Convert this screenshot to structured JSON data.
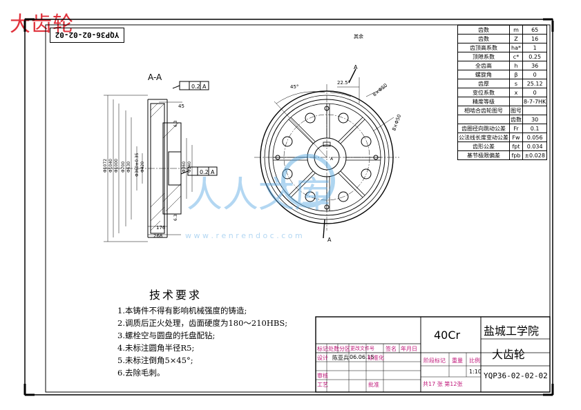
{
  "corner_title": "大齿轮",
  "drawing_number": "YQP36-02-02-02",
  "section_label": "A-A",
  "tolerance_top": {
    "value": "0.2",
    "datum": "A"
  },
  "tolerance_mid": {
    "value": "0.2",
    "datum": "A"
  },
  "dim_45": "45",
  "dim_176": "176",
  "dim_268": "268",
  "dims_left": [
    "Φ1072",
    "Φ1040",
    "Φ1000",
    "Φ700",
    "Φ630",
    "Φ360±0.35",
    "Φ420"
  ],
  "dims_mid": [
    "Φ360",
    "Φ340"
  ],
  "surface_marks": [
    "6.3",
    "6.3"
  ],
  "circle_dims": {
    "angle_45": "45°",
    "angle_225": "22.5°",
    "holes_top": "8×Φ50",
    "holes_right": "8×Φ50",
    "rough_top": "其余"
  },
  "params": [
    {
      "name": "齿数",
      "symbol": "m",
      "value": "65"
    },
    {
      "name": "齿数",
      "symbol": "Z",
      "value": "16"
    },
    {
      "name": "齿顶高系数",
      "symbol": "ha*",
      "value": "1"
    },
    {
      "name": "顶隙系数",
      "symbol": "c*",
      "value": "0.25"
    },
    {
      "name": "全齿高",
      "symbol": "h",
      "value": "36"
    },
    {
      "name": "螺旋角",
      "symbol": "β",
      "value": "0"
    },
    {
      "name": "齿厚",
      "symbol": "s",
      "value": "25.12"
    },
    {
      "name": "变位系数",
      "symbol": "x",
      "value": "0"
    },
    {
      "name": "精度等级",
      "symbol": "",
      "value": "8-7-7HK"
    },
    {
      "name": "相啮合齿轮图号",
      "symbol": "图号",
      "value": ""
    },
    {
      "name": "",
      "symbol": "齿数",
      "value": "30"
    },
    {
      "name": "齿圈径向跳动公差",
      "symbol": "Fr",
      "value": "0.1"
    },
    {
      "name": "公法线长度变动公差",
      "symbol": "Fw",
      "value": "0.056"
    },
    {
      "name": "齿形公差",
      "symbol": "fpt",
      "value": "0.034"
    },
    {
      "name": "基节极限偏差",
      "symbol": "fpb",
      "value": "±0.028"
    }
  ],
  "tech_title": "技术要求",
  "tech_lines": [
    "1.本铸件不得有影响机械强度的铸造;",
    "2.调质后正火处理，齿面硬度为180～210HBS;",
    "3.螺栓空与圆盘的托盘配钻;",
    "4.未标注圆角半径R5;",
    "5.未标注倒角5×45°;",
    "6.去除毛刺。"
  ],
  "title_block": {
    "material": "40Cr",
    "school": "盐城工学院",
    "part_name": "大齿轮",
    "drawing_no": "YQP36-02-02-02",
    "header_cells": [
      "标记",
      "处数",
      "分区",
      "更改文件号",
      "签名",
      "年月日"
    ],
    "design_label": "设计",
    "designer": "陈亚兵",
    "date": "06.06.15",
    "std_label": "标准化",
    "stage_label": "阶段标记",
    "weight_label": "重量",
    "scale_label": "比例",
    "scale_value": "1:10",
    "review_label": "审核",
    "process_label": "工艺",
    "approve_label": "批准",
    "sheet_info": "共17 张 第12张"
  },
  "watermark": {
    "text": "人人文库",
    "url": "w w w . r e n r e n d o c . c o m"
  }
}
